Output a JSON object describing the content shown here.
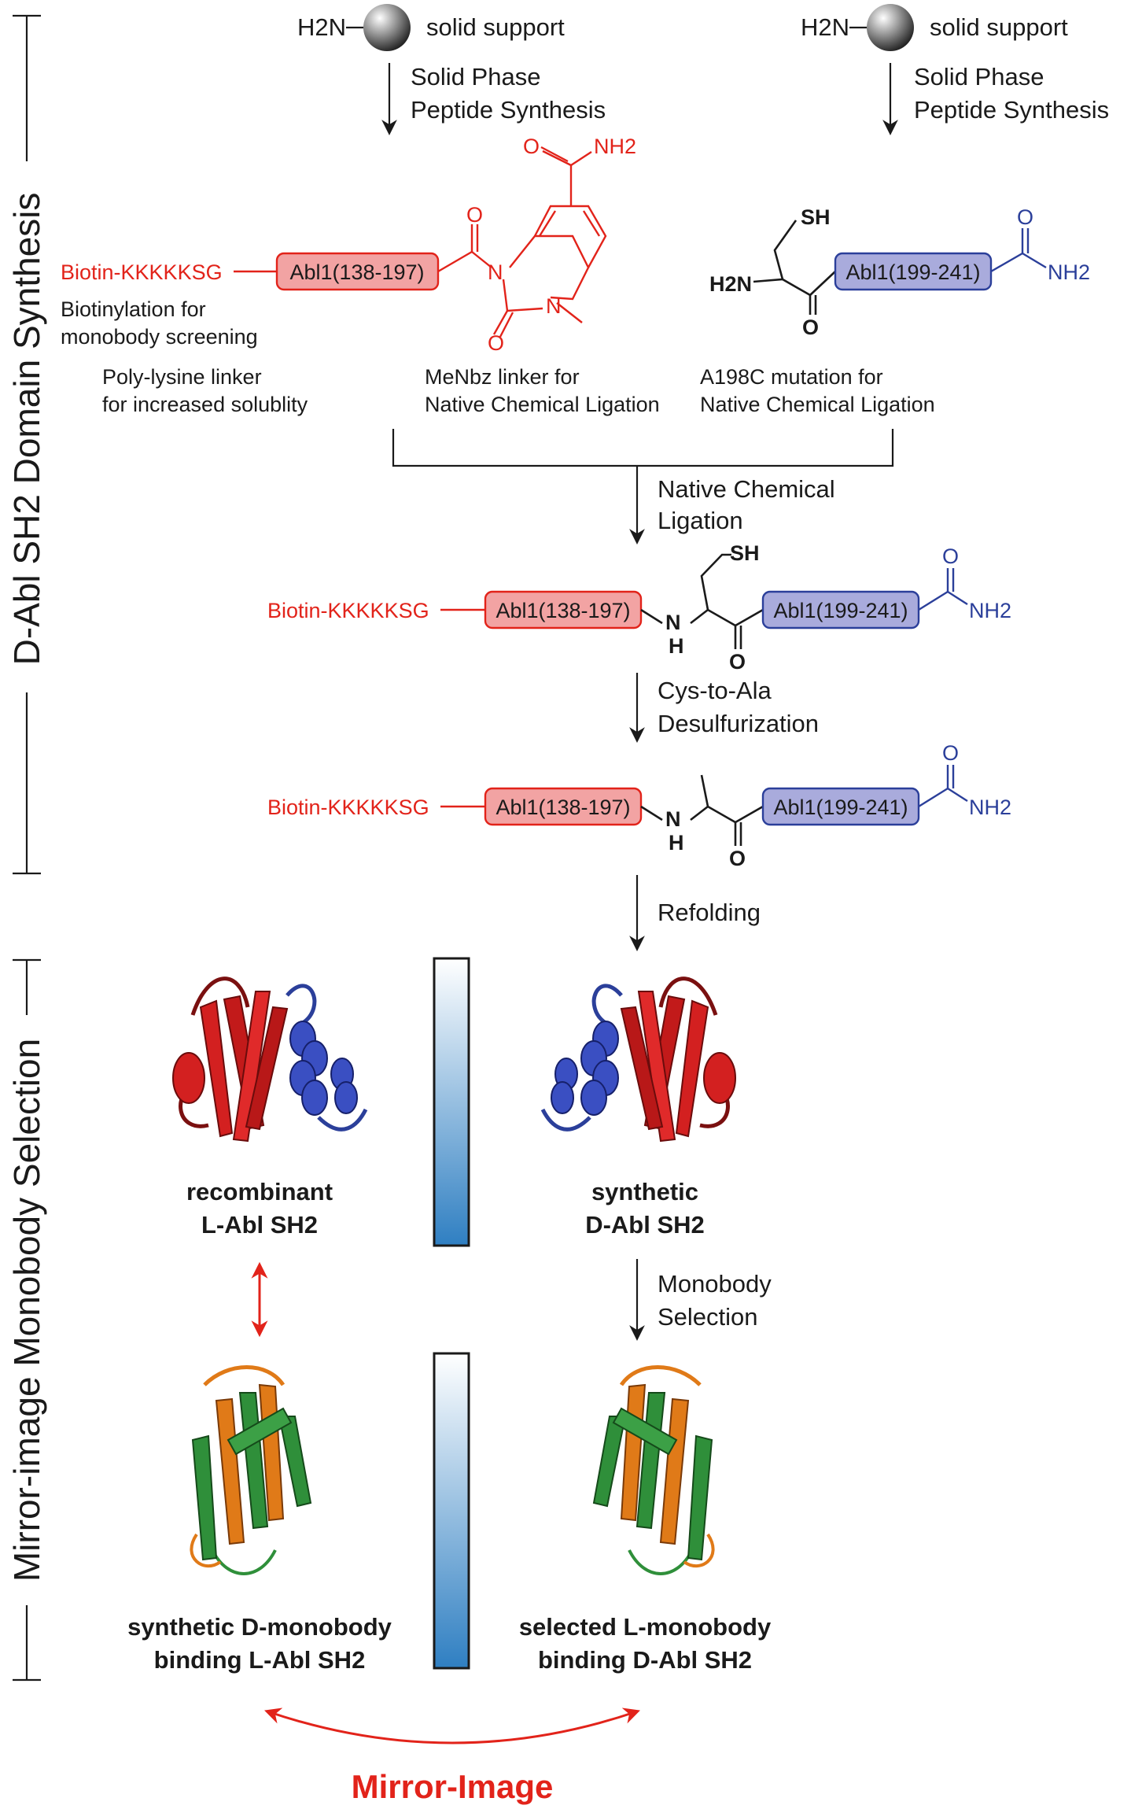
{
  "side_labels": {
    "top": "D-Abl SH2 Domain Synthesis",
    "bottom": "Mirror-image Monobody Selection"
  },
  "spps": {
    "h2n": "H2N",
    "support": "solid support",
    "step_line1": "Solid Phase",
    "step_line2": "Peptide Synthesis"
  },
  "left_peptide": {
    "biotin": "Biotin-KKKKKSG",
    "segment": "Abl1(138-197)",
    "nh2": "NH2",
    "n_atom": "N",
    "o_atom": "O",
    "note_biotin_1": "Biotinylation for",
    "note_biotin_2": "monobody screening",
    "note_lys_1": "Poly-lysine linker",
    "note_lys_2": "for increased solublity",
    "note_menbz_1": "MeNbz linker for",
    "note_menbz_2": "Native Chemical Ligation"
  },
  "right_peptide": {
    "sh": "SH",
    "h2n": "H2N",
    "segment": "Abl1(199-241)",
    "o_atom": "O",
    "nh2": "NH2",
    "note_1": "A198C mutation for",
    "note_2": "Native Chemical Ligation"
  },
  "steps": {
    "ncl_1": "Native Chemical",
    "ncl_2": "Ligation",
    "desulf_1": "Cys-to-Ala",
    "desulf_2": "Desulfurization",
    "refold": "Refolding",
    "monobody_1": "Monobody",
    "monobody_2": "Selection"
  },
  "ligated": {
    "biotin": "Biotin-KKKKKSG",
    "seg1": "Abl1(138-197)",
    "seg2": "Abl1(199-241)",
    "sh": "SH",
    "n": "N",
    "h": "H",
    "o": "O",
    "nh2": "NH2"
  },
  "structures": {
    "recombinant_1": "recombinant",
    "recombinant_2": "L-Abl SH2",
    "synthetic_1": "synthetic",
    "synthetic_2": "D-Abl SH2",
    "syn_mono_1": "synthetic D-monobody",
    "syn_mono_2": "binding L-Abl SH2",
    "sel_mono_1": "selected L-monobody",
    "sel_mono_2": "binding D-Abl SH2"
  },
  "mirror_label": "Mirror-Image",
  "colors": {
    "red": "#e2231a",
    "blue": "#2b3f9a",
    "red_box": "#f2a3a3",
    "blue_box": "#a9abdc",
    "gradient_light": "#ffffff",
    "gradient_dark": "#2f7fc2",
    "helix_blue": "#3a4fc2",
    "sheet_red": "#d32020",
    "mono_green": "#2f8f3a",
    "mono_orange": "#e07a18"
  }
}
